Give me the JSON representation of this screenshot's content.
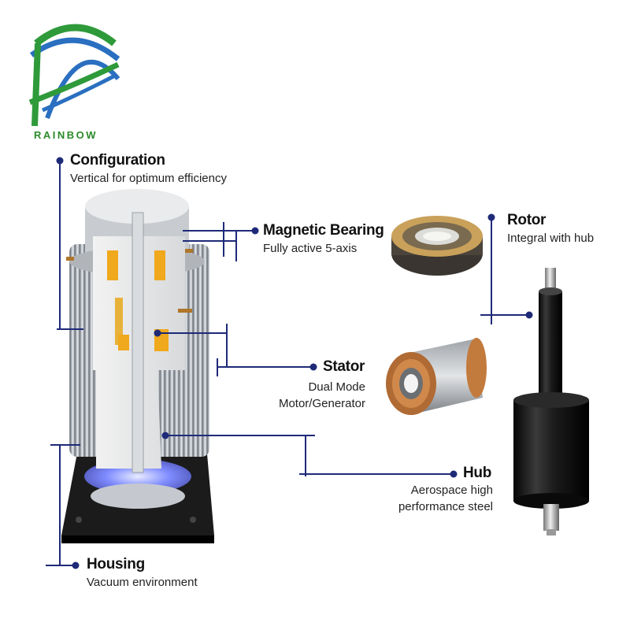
{
  "brand": {
    "name": "RAINBOW"
  },
  "colors": {
    "leader": "#1e2a78",
    "logo_green": "#2f9a3a",
    "logo_blue": "#2a6fc0"
  },
  "labels": {
    "configuration": {
      "title": "Configuration",
      "subtitle": "Vertical for optimum efficiency"
    },
    "magnetic_bearing": {
      "title": "Magnetic Bearing",
      "subtitle": "Fully active 5-axis"
    },
    "rotor": {
      "title": "Rotor",
      "subtitle": "Integral with hub"
    },
    "stator": {
      "title": "Stator",
      "subtitle_line1": "Dual Mode",
      "subtitle_line2": "Motor/Generator"
    },
    "hub": {
      "title": "Hub",
      "subtitle_line1": "Aerospace high",
      "subtitle_line2": "performance steel"
    },
    "housing": {
      "title": "Housing",
      "subtitle": "Vacuum environment"
    }
  }
}
